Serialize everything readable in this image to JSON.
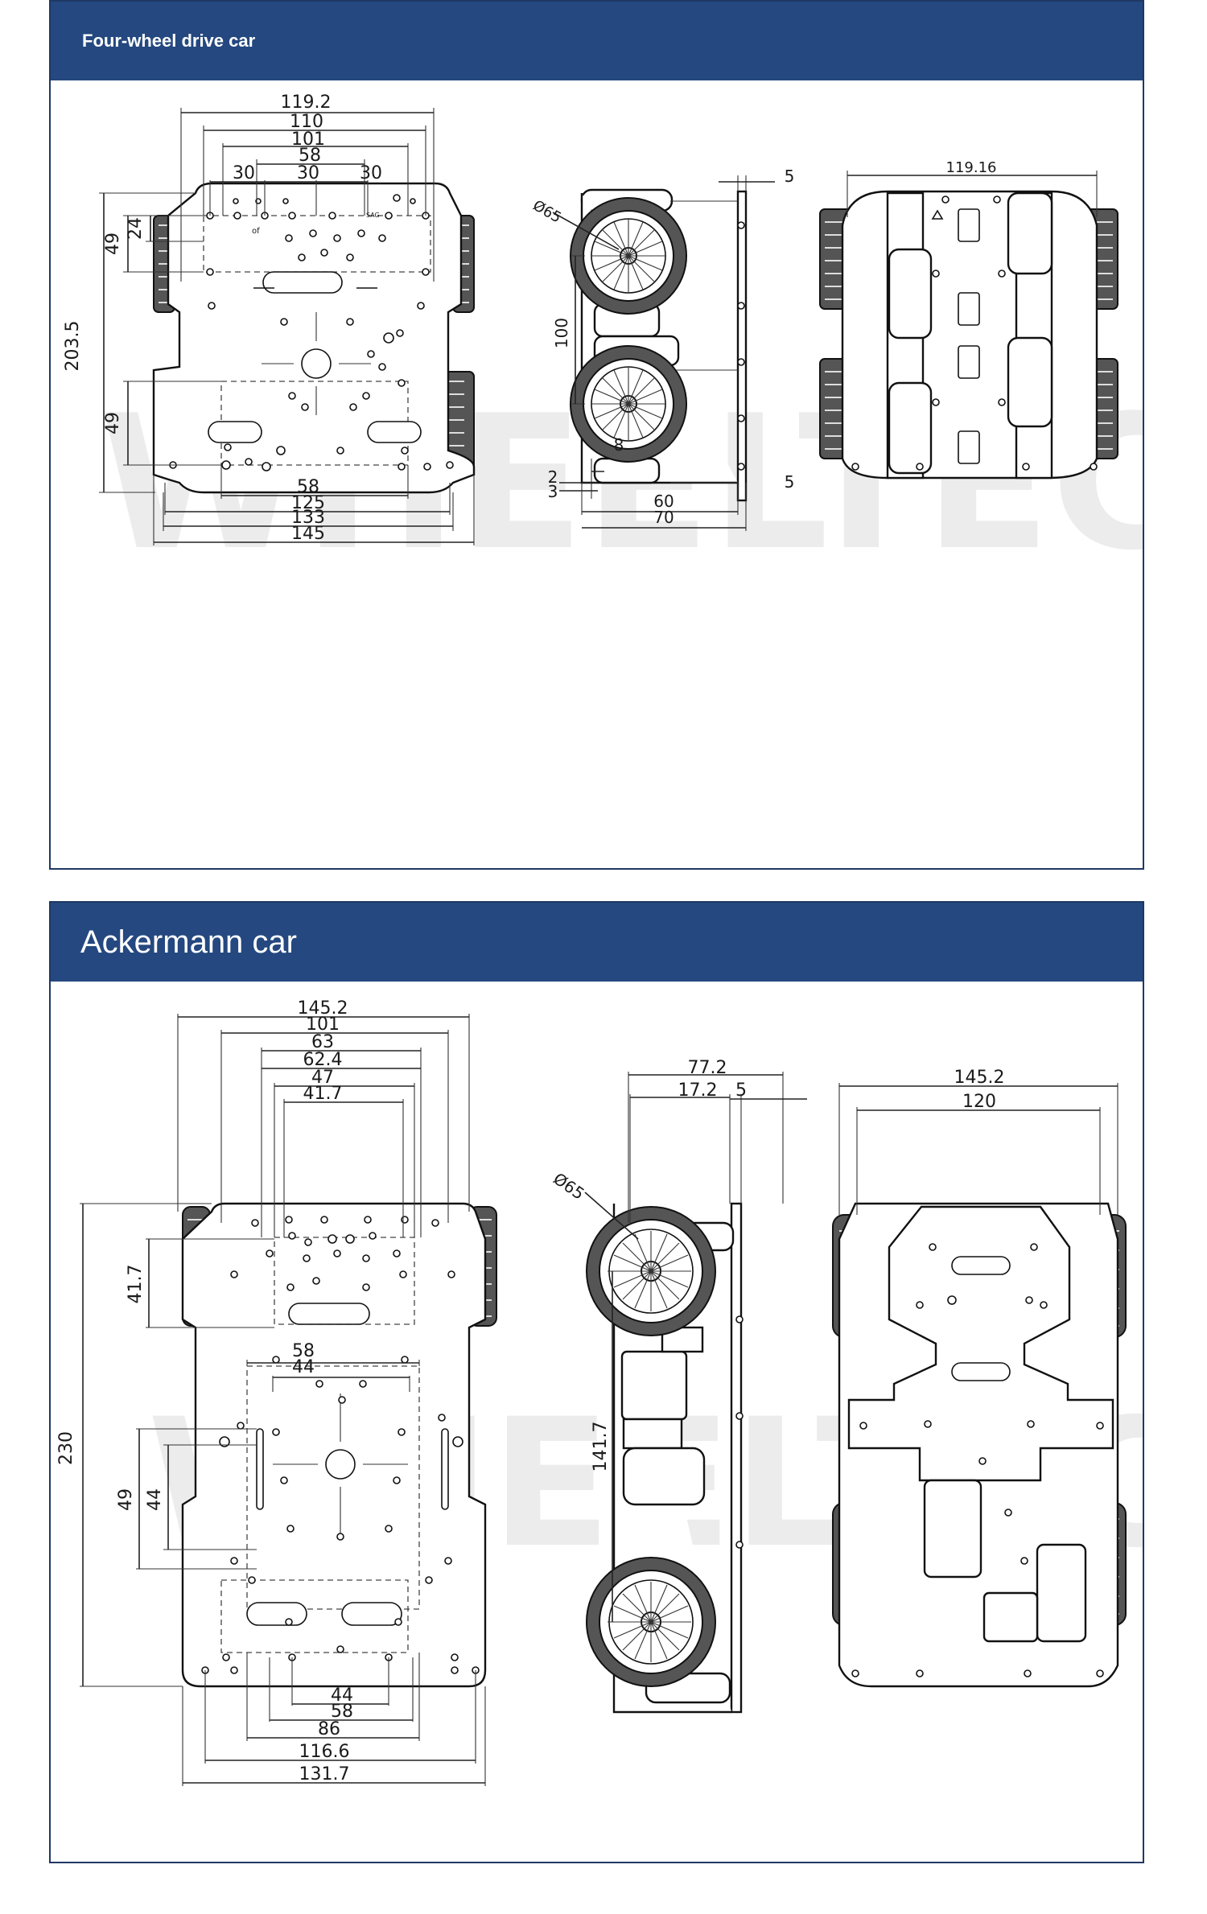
{
  "sections": [
    {
      "title": "Four-wheel drive car",
      "top_view_dims": {
        "w1": "119.2",
        "w2": "110",
        "w3": "101",
        "w4": "58",
        "s1": "30",
        "s2": "30",
        "s3": "30",
        "h_total": "203.5",
        "h1": "49",
        "h2": "24",
        "h3": "49",
        "b1": "58",
        "b2": "125",
        "b3": "133",
        "b4": "145"
      },
      "side_view_dims": {
        "d5a": "5",
        "wheel": "Ø65",
        "h100": "100",
        "d8": "8",
        "d2": "2",
        "d3": "3",
        "d60": "60",
        "d5b": "5",
        "d70": "70"
      },
      "bottom_view_dims": {
        "w": "119.16"
      },
      "tiny_marks": {
        "a": "of",
        "b": "SAG"
      }
    },
    {
      "title": "Ackermann car",
      "top_view_dims": {
        "w1": "145.2",
        "w2": "101",
        "w3": "63",
        "w4": "62.4",
        "w5": "47",
        "w6": "41.7",
        "h_total": "230",
        "h1": "41.7",
        "m1": "58",
        "m2": "44",
        "h2": "49",
        "h3": "44",
        "b1": "44",
        "b2": "58",
        "b3": "86",
        "b4": "116.6",
        "b5": "131.7"
      },
      "side_view_dims": {
        "d77": "77.2",
        "d17": "17.2",
        "d5": "5",
        "wheel": "Ø65",
        "h141": "141.7"
      },
      "bottom_view_dims": {
        "w1": "145.2",
        "w2": "120"
      }
    }
  ],
  "watermark": "WHEELTEC"
}
